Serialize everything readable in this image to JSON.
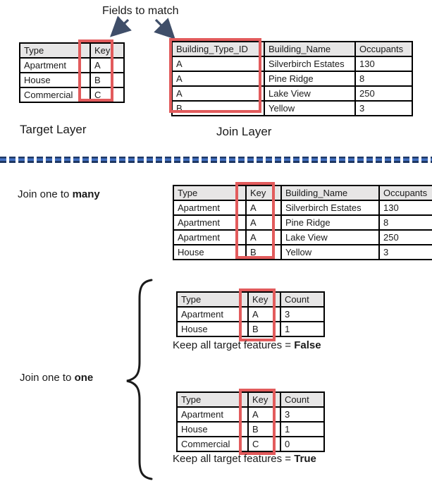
{
  "title": "Fields to match",
  "colors": {
    "highlight_red": "#E25B5C",
    "arrow_navy": "#3F4E69",
    "table_header_bg": "#E7E6E6",
    "divider_blue": "#4472C4",
    "divider_dark": "#1F3864"
  },
  "target_layer": {
    "label": "Target Layer",
    "table": {
      "headers": [
        "Type",
        "Key"
      ],
      "rows": [
        [
          "Apartment",
          "A"
        ],
        [
          "House",
          "B"
        ],
        [
          "Commercial",
          "C"
        ]
      ]
    }
  },
  "join_layer": {
    "label": "Join Layer",
    "table": {
      "headers": [
        "Building_Type_ID",
        "Building_Name",
        "Occupants"
      ],
      "rows": [
        [
          "A",
          "Silverbirch Estates",
          "130"
        ],
        [
          "A",
          "Pine Ridge",
          "8"
        ],
        [
          "A",
          "Lake View",
          "250"
        ],
        [
          "B",
          "Yellow",
          "3"
        ]
      ]
    }
  },
  "join_one_to_many": {
    "label_prefix": "Join one to ",
    "label_bold": "many",
    "table": {
      "headers": [
        "Type",
        "Key",
        "Building_Name",
        "Occupants"
      ],
      "rows": [
        [
          "Apartment",
          "A",
          "Silverbirch Estates",
          "130"
        ],
        [
          "Apartment",
          "A",
          "Pine Ridge",
          "8"
        ],
        [
          "Apartment",
          "A",
          "Lake View",
          "250"
        ],
        [
          "House",
          "B",
          "Yellow",
          "3"
        ]
      ]
    }
  },
  "join_one_to_one": {
    "label_prefix": "Join one to ",
    "label_bold": "one",
    "false_table": {
      "headers": [
        "Type",
        "Key",
        "Count"
      ],
      "rows": [
        [
          "Apartment",
          "A",
          "3"
        ],
        [
          "House",
          "B",
          "1"
        ]
      ]
    },
    "false_caption_prefix": "Keep all target features = ",
    "false_caption_bold": "False",
    "true_table": {
      "headers": [
        "Type",
        "Key",
        "Count"
      ],
      "rows": [
        [
          "Apartment",
          "A",
          "3"
        ],
        [
          "House",
          "B",
          "1"
        ],
        [
          "Commercial",
          "C",
          "0"
        ]
      ]
    },
    "true_caption_prefix": "Keep all target features = ",
    "true_caption_bold": "True"
  }
}
